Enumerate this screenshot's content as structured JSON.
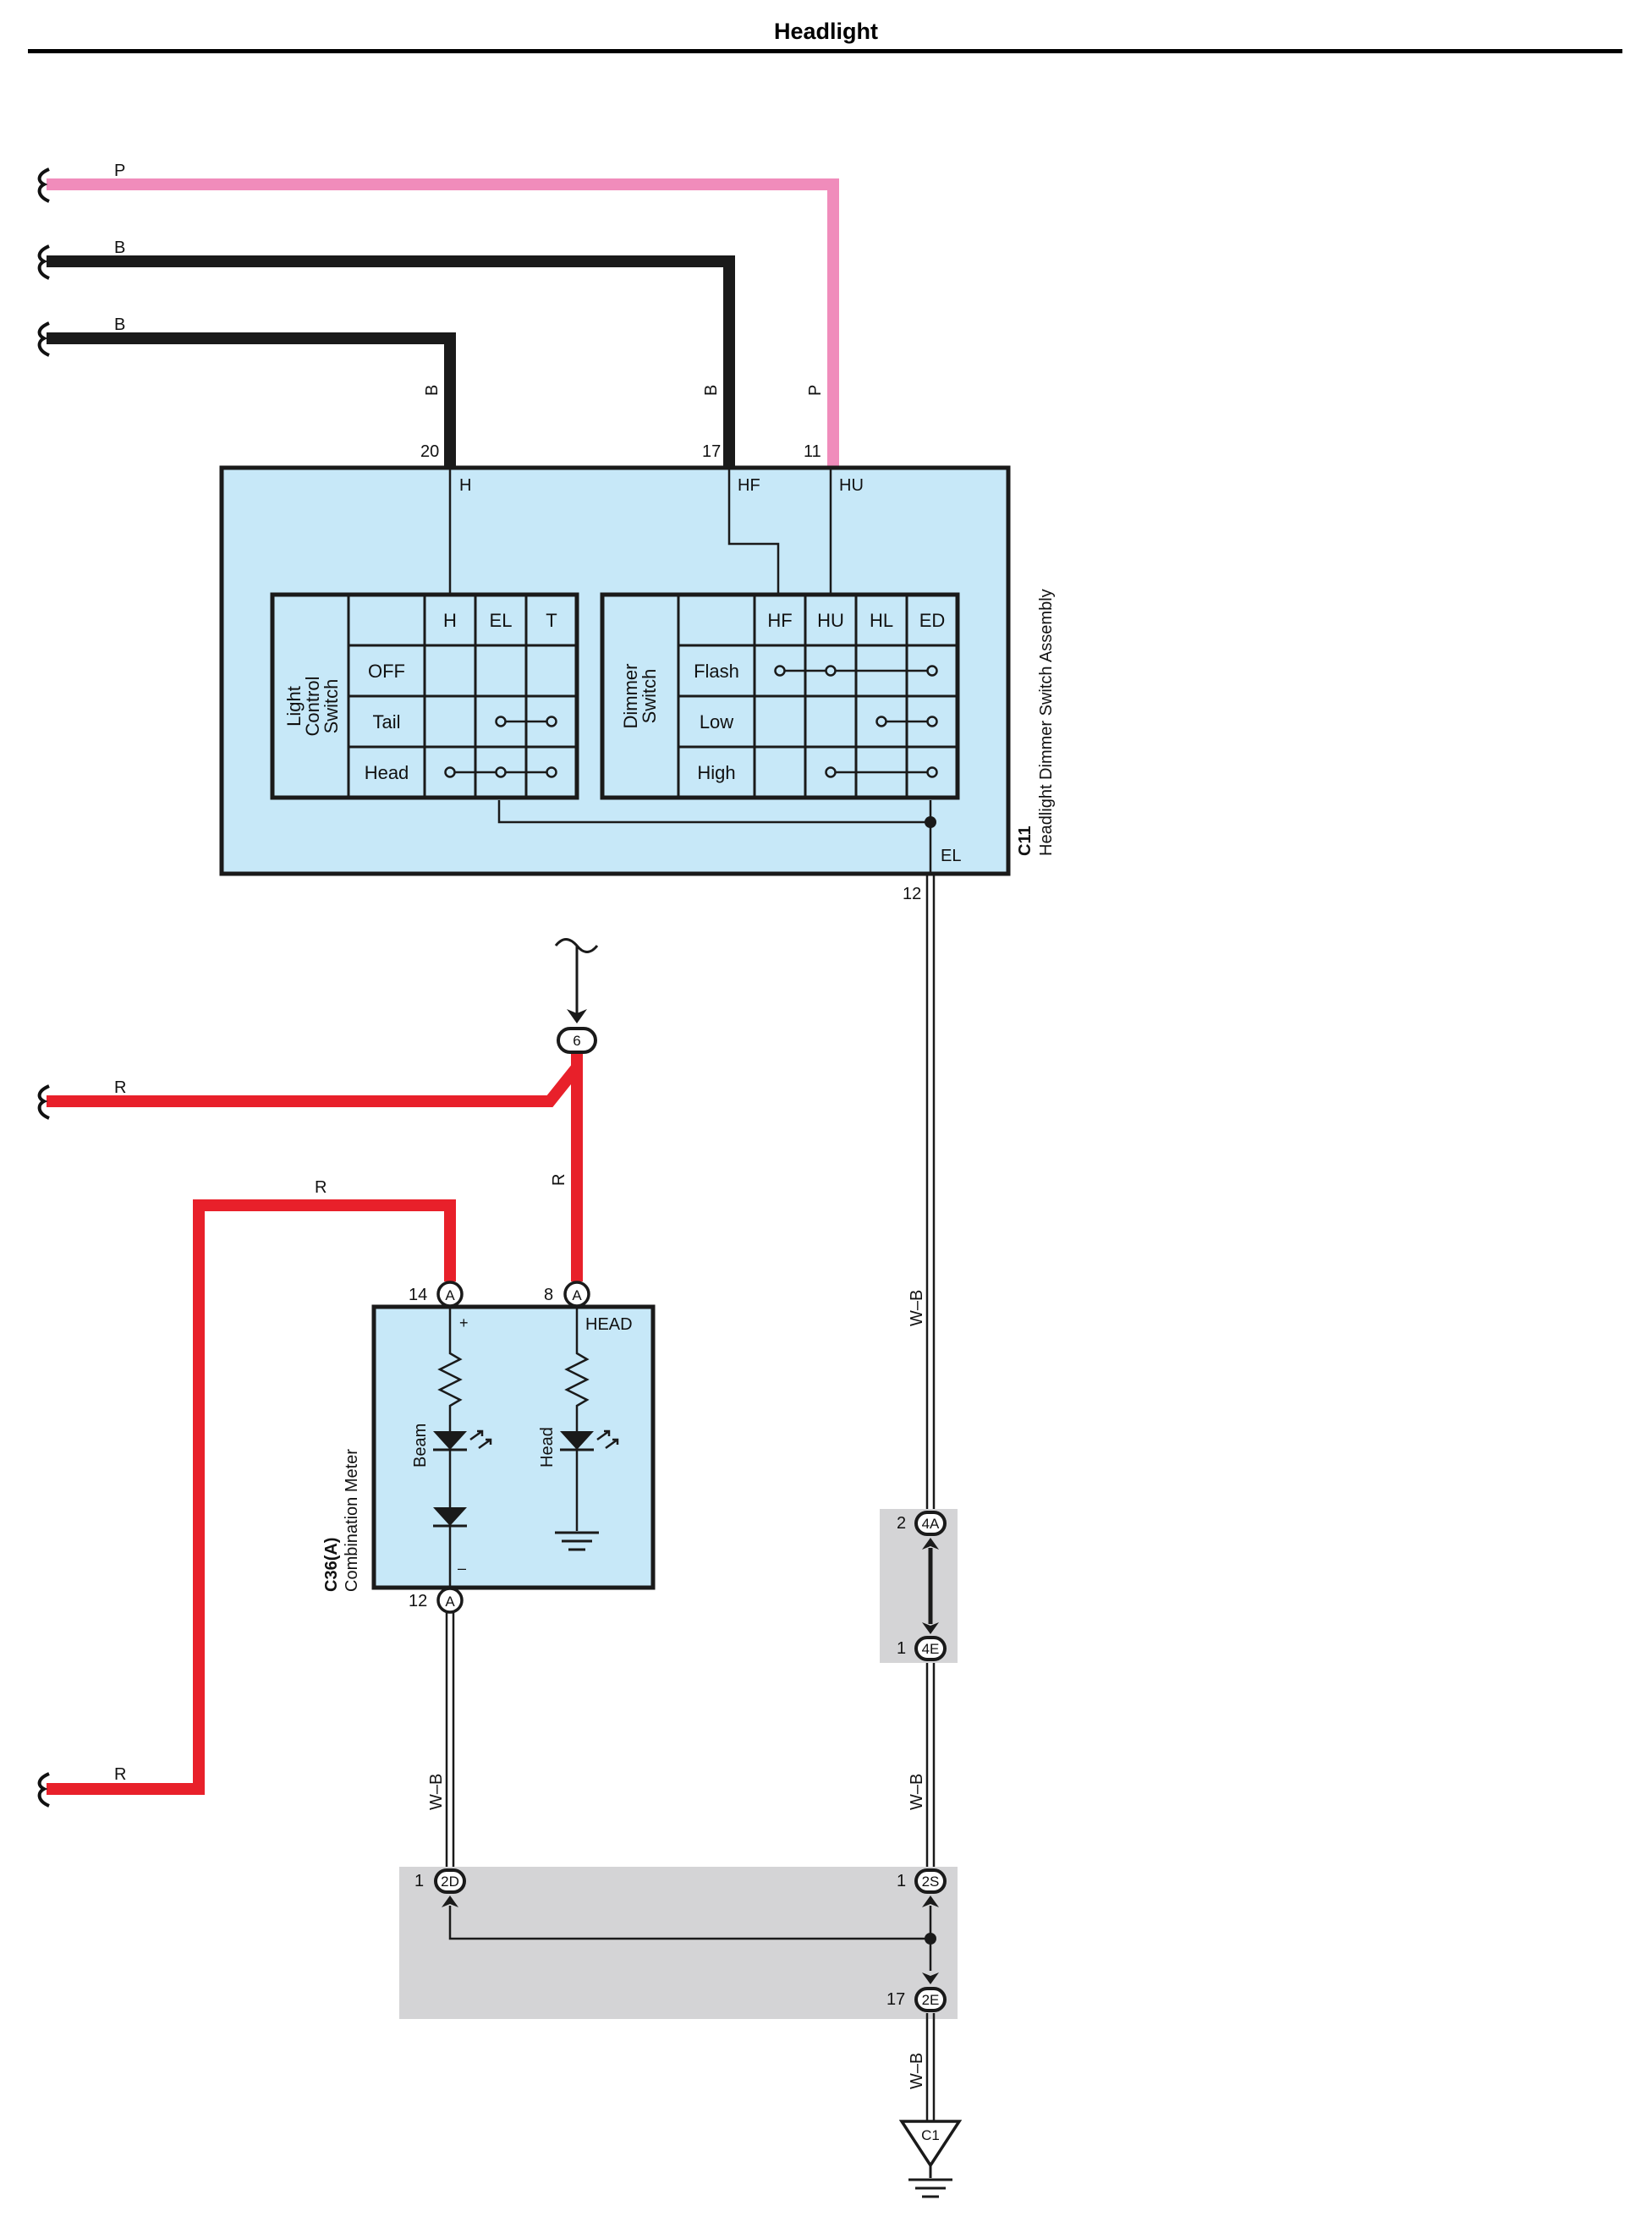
{
  "title": "Headlight",
  "colors": {
    "pink": "#f08cbb",
    "black": "#1a1a1a",
    "red": "#e8202a",
    "box_fill": "#c7e8f8",
    "junction_fill": "#d4d4d6"
  },
  "wires": {
    "p_top": "P",
    "b_top1": "B",
    "b_top2": "B",
    "b_vert_h": "B",
    "b_vert_hf": "B",
    "p_vert_hu": "P",
    "r_left": "R",
    "r_vertical": "R",
    "r_loop": "R",
    "r_bottom_left": "R",
    "wb_right": "W–B",
    "wb_lower_right": "W–B",
    "wb_meter": "W–B",
    "wb_ground": "W–B"
  },
  "switch_assembly": {
    "code": "C11",
    "name": "Headlight Dimmer Switch Assembly",
    "pins": {
      "h": "20",
      "hf": "17",
      "hu": "11",
      "el": "12"
    },
    "terminals": {
      "h": "H",
      "hf": "HF",
      "hu": "HU",
      "el": "EL"
    },
    "light_control": {
      "title_lines": [
        "Light",
        "Control",
        "Switch"
      ],
      "columns": [
        "H",
        "EL",
        "T"
      ],
      "rows": [
        "OFF",
        "Tail",
        "Head"
      ]
    },
    "dimmer": {
      "title_lines": [
        "Dimmer",
        "Switch"
      ],
      "columns": [
        "HF",
        "HU",
        "HL",
        "ED"
      ],
      "rows": [
        "Flash",
        "Low",
        "High"
      ]
    }
  },
  "splice_6": "6",
  "meter": {
    "code": "C36(A)",
    "name": "Combination Meter",
    "pin_beam": "14",
    "pin_head": "8",
    "pin_ground": "12",
    "conn_letter_a": "A",
    "conn_letter_b": "A",
    "conn_letter_c": "A",
    "plus_sign": "+",
    "minus_sign": "–",
    "head_terminal": "HEAD",
    "beam_label": "Beam",
    "head_label": "Head"
  },
  "junctions": {
    "j4a": {
      "pin": "2",
      "id": "4A"
    },
    "j4e": {
      "pin": "1",
      "id": "4E"
    },
    "j2d": {
      "pin": "1",
      "id": "2D"
    },
    "j2s": {
      "pin": "1",
      "id": "2S"
    },
    "j2e": {
      "pin": "17",
      "id": "2E"
    }
  },
  "ground": "C1"
}
